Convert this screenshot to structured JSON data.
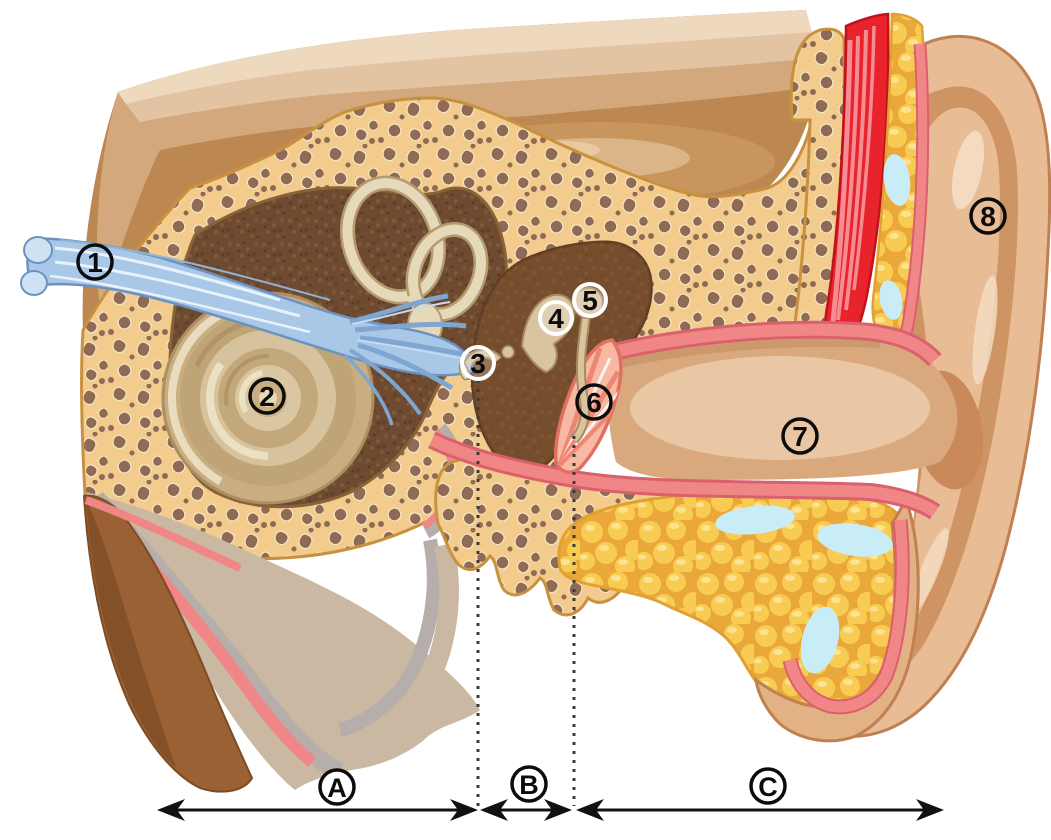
{
  "figure": {
    "type": "anatomical-diagram",
    "background": "#ffffff"
  },
  "markers": [
    {
      "id": "1",
      "text": "1",
      "ring": "black"
    },
    {
      "id": "2",
      "text": "2",
      "ring": "black"
    },
    {
      "id": "3",
      "text": "3",
      "ring": "white"
    },
    {
      "id": "4",
      "text": "4",
      "ring": "white"
    },
    {
      "id": "5",
      "text": "5",
      "ring": "white"
    },
    {
      "id": "6",
      "text": "6",
      "ring": "black"
    },
    {
      "id": "7",
      "text": "7",
      "ring": "black"
    },
    {
      "id": "8",
      "text": "8",
      "ring": "black"
    }
  ],
  "sections": [
    {
      "id": "A",
      "text": "A"
    },
    {
      "id": "B",
      "text": "B"
    },
    {
      "id": "C",
      "text": "C"
    }
  ],
  "colors": {
    "bone": "#f2cb8d",
    "bone_spots": "#8f6b55",
    "cavity_dark": "#6e4a31",
    "middle_ear": "#7d5229",
    "cochlea": "#d6c29c",
    "nerve_blue": "#a9c8e8",
    "eardrum_pink": "#f7b8a4",
    "canal_skin": "#d9a87c",
    "skin_light": "#eed9bf",
    "skin_mid": "#e2c3a2",
    "skin_tan": "#d4a87d",
    "skin_brown": "#bd8751",
    "fat_yellow": "#f6c843",
    "mucosa_pink": "#f18686",
    "muscle_red": "#e8232b",
    "cartilage_blue": "#c9edf6",
    "pinna": "#e8bd95",
    "pinna_shadow": "#cf9464",
    "gray_layer": "#b5aeab",
    "beige_layer": "#cbb8a3",
    "deep_brown": "#9a6134",
    "line_black": "#111111"
  }
}
